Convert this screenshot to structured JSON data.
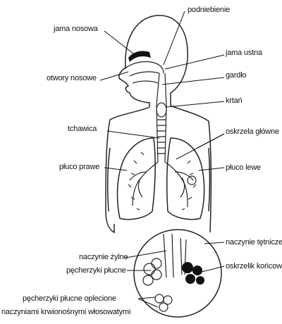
{
  "labels": {
    "soft_palate": "podniebienie",
    "nasal_cavity": "jama nosowa",
    "oral_cavity": "jama ustna",
    "nostrils": "otwory nosowe",
    "throat": "gardło",
    "larynx": "krtań",
    "trachea": "tchawica",
    "main_bronchi": "oskrzela główne",
    "right_lung": "płuco prawe",
    "left_lung": "płuco lewe",
    "artery_vessel": "naczynie tętnicze",
    "vein_vessel": "naczynie żylne",
    "terminal_bronchiole": "oskrzelik końcowy",
    "alveoli": "pęcherzyki płucne",
    "alveoli_wrapped_line1": "pęcherzyki płucne oplecione",
    "alveoli_wrapped_line2": "naczyniami krwionośnymi włosowatymi"
  },
  "colors": {
    "ink": "#111111",
    "background": "#ffffff"
  }
}
